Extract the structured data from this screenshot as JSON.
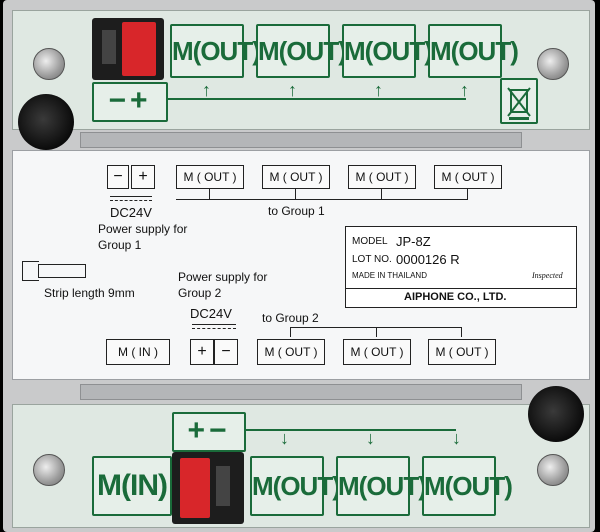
{
  "top_terminal": {
    "outputs": [
      "M(OUT)",
      "M(OUT)",
      "M(OUT)",
      "M(OUT)"
    ],
    "power": "−+"
  },
  "label": {
    "group1_outputs": [
      "M ( OUT )",
      "M ( OUT )",
      "M ( OUT )",
      "M ( OUT )"
    ],
    "group1_power_minus": "−",
    "group1_power_plus": "+",
    "dc24v_1": "DC24V",
    "psu_group1_line1": "Power supply for",
    "psu_group1_line2": "Group 1",
    "to_group1": "to Group 1",
    "strip_length": "Strip length 9mm",
    "psu_group2_line1": "Power supply for",
    "psu_group2_line2": "Group 2",
    "dc24v_2": "DC24V",
    "to_group2": "to Group 2",
    "min_left": "M ( IN )",
    "group2_power_plus": "+",
    "group2_power_minus": "−",
    "group2_outputs": [
      "M ( OUT )",
      "M ( OUT )",
      "M ( OUT )"
    ],
    "model_label": "MODEL",
    "model_value": "JP-8Z",
    "lot_label": "LOT NO.",
    "lot_value": "0000126 R",
    "made_in": "MADE IN THAILAND",
    "inspected": "Inspected",
    "brand": "AIPHONE CO., LTD."
  },
  "bottom_terminal": {
    "input": "M(IN)",
    "outputs": [
      "M(OUT)",
      "M(OUT)",
      "M(OUT)"
    ],
    "power": "+−"
  },
  "colors": {
    "terminal_green": "#1a6b3a",
    "connector_red": "#d8262a",
    "housing_gray": "#c9cacb"
  },
  "icons": [
    "screw-icon",
    "weee-bin-icon",
    "arrow-up-icon",
    "arrow-down-icon"
  ]
}
